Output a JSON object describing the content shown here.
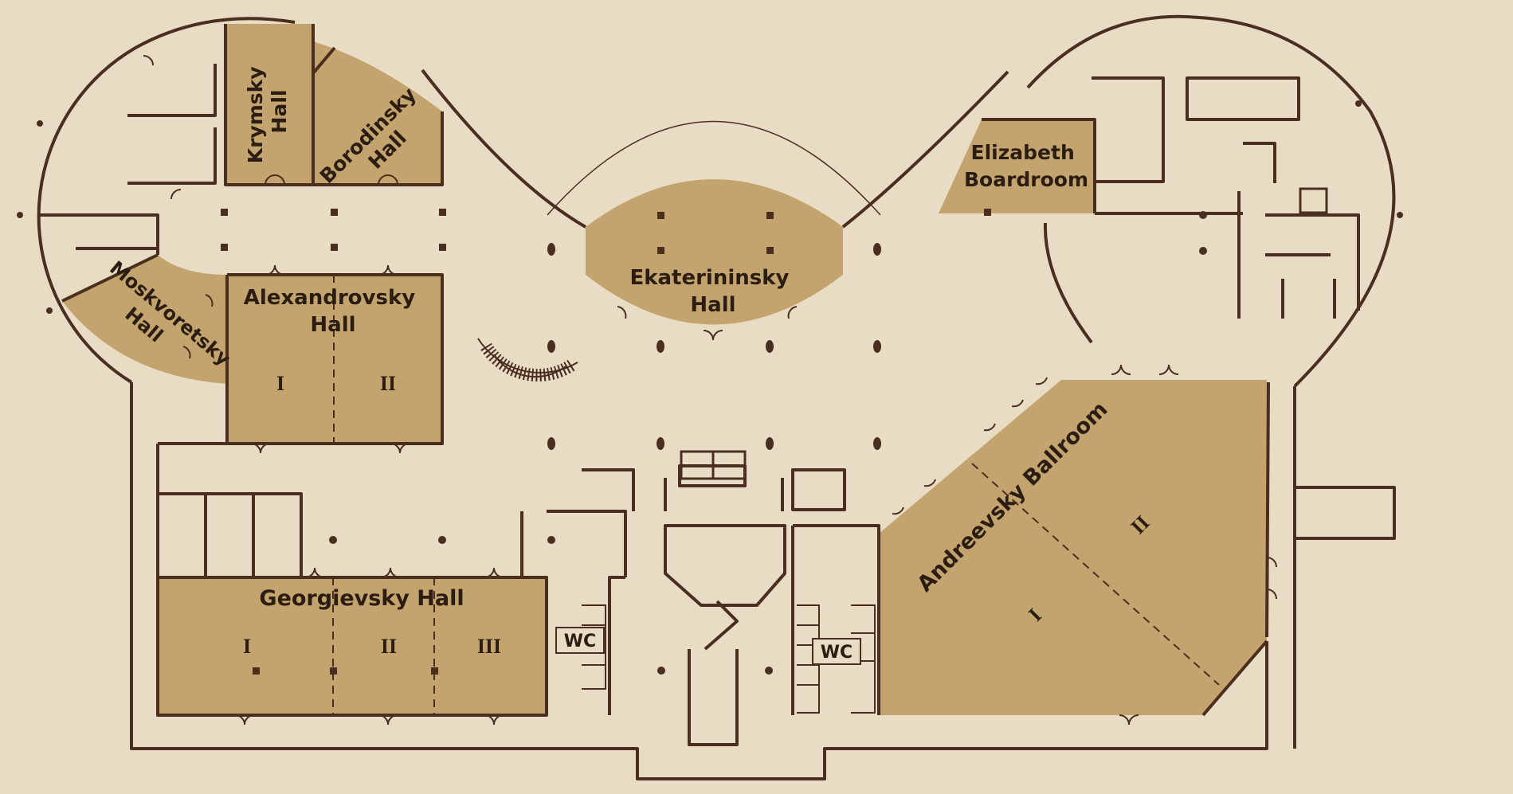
{
  "colors": {
    "background": "#e8dcc4",
    "room_fill": "#c4a46e",
    "wall": "#4a2e1e"
  },
  "rooms": {
    "krymsky": [
      "Krymsky",
      "Hall"
    ],
    "borodinsky": [
      "Borodinsky",
      "Hall"
    ],
    "elizabeth": [
      "Elizabeth",
      "Boardroom"
    ],
    "ekaterininsky": [
      "Ekaterininsky",
      "Hall"
    ],
    "moskvoretsky": [
      "Moskvoretsky",
      "Hall"
    ],
    "alexandrovsky": {
      "name": [
        "Alexandrovsky",
        "Hall"
      ],
      "sections": [
        "I",
        "II"
      ]
    },
    "andreevsky": {
      "name": "Andreevsky Ballroom",
      "sections": [
        "I",
        "II"
      ]
    },
    "georgievsky": {
      "name": "Georgievsky Hall",
      "sections": [
        "I",
        "II",
        "III"
      ]
    }
  },
  "restrooms": [
    "WC",
    "WC"
  ]
}
